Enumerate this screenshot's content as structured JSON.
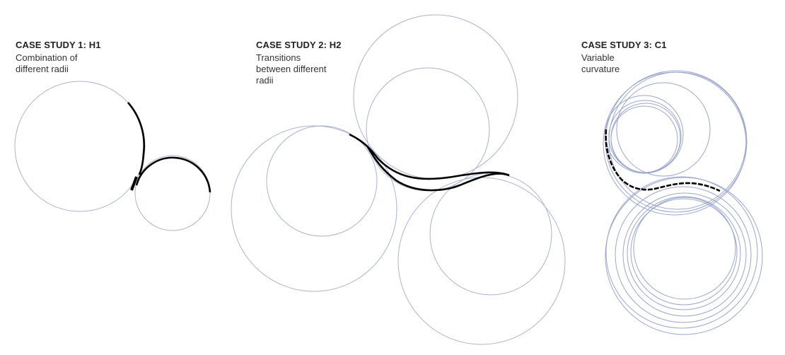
{
  "case_studies": [
    {
      "title": "CASE STUDY 1: H1",
      "description": "Combination of\ndifferent radii"
    },
    {
      "title": "CASE STUDY 2: H2",
      "description": "Transitions\nbetween different\nradii"
    },
    {
      "title": "CASE STUDY 3: C1",
      "description": "Variable\ncurvature"
    }
  ],
  "colors": {
    "guide_circle": "#aab3cf",
    "curve": "#000000",
    "text": "#222222"
  }
}
